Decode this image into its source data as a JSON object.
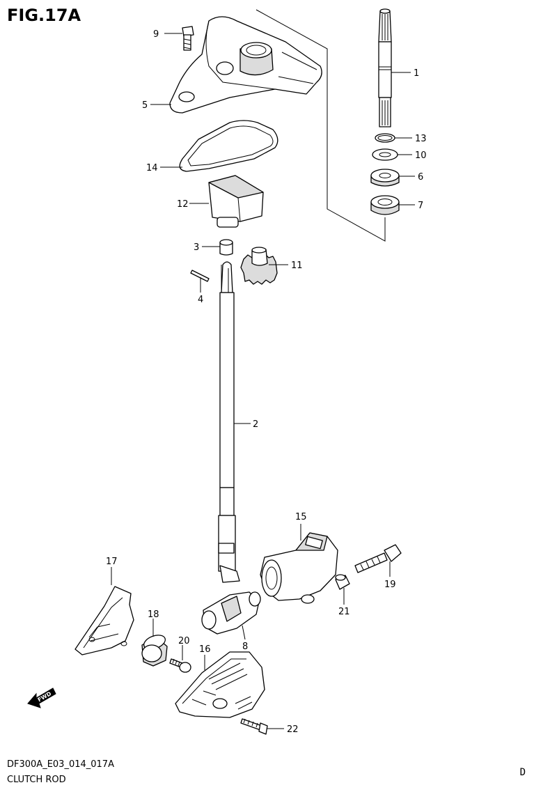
{
  "figure": {
    "title": "FIG.17A",
    "code": "DF300A_E03_014_017A",
    "name": "CLUTCH ROD",
    "corner_letter": "D",
    "fwd_label": "FWD"
  },
  "callouts": [
    {
      "id": "1",
      "label": "1"
    },
    {
      "id": "2",
      "label": "2"
    },
    {
      "id": "3",
      "label": "3"
    },
    {
      "id": "4",
      "label": "4"
    },
    {
      "id": "5",
      "label": "5"
    },
    {
      "id": "6",
      "label": "6"
    },
    {
      "id": "7",
      "label": "7"
    },
    {
      "id": "8",
      "label": "8"
    },
    {
      "id": "9",
      "label": "9"
    },
    {
      "id": "10",
      "label": "10"
    },
    {
      "id": "11",
      "label": "11"
    },
    {
      "id": "12",
      "label": "12"
    },
    {
      "id": "13",
      "label": "13"
    },
    {
      "id": "14",
      "label": "14"
    },
    {
      "id": "15",
      "label": "15"
    },
    {
      "id": "16",
      "label": "16"
    },
    {
      "id": "17",
      "label": "17"
    },
    {
      "id": "18",
      "label": "18"
    },
    {
      "id": "19",
      "label": "19"
    },
    {
      "id": "20",
      "label": "20"
    },
    {
      "id": "21",
      "label": "21"
    },
    {
      "id": "22",
      "label": "22"
    }
  ]
}
